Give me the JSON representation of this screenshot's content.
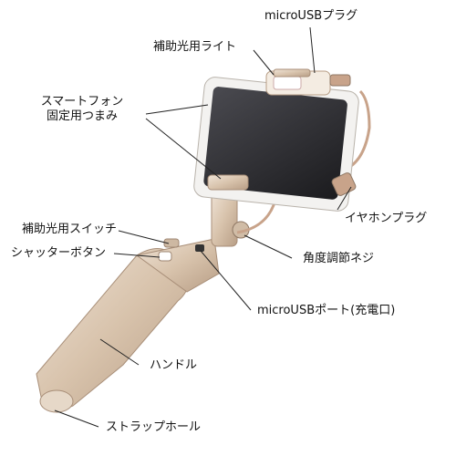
{
  "labels": {
    "micro_usb_plug": "microUSBプラグ",
    "aux_light": "補助光用ライト",
    "phone_clamp_line1": "スマートフォン",
    "phone_clamp_line2": "固定用つまみ",
    "aux_light_switch": "補助光用スイッチ",
    "shutter_button": "シャッターボタン",
    "earphone_plug": "イヤホンプラグ",
    "angle_screw": "角度調節ネジ",
    "micro_usb_port": "microUSBポート(充電口)",
    "handle": "ハンドル",
    "strap_hole": "ストラップホール"
  },
  "colors": {
    "gold": "#d8c3ac",
    "gold_dark": "#b89e86",
    "screen": "#2b2b2e",
    "phone_body": "#f3f2f0",
    "leader": "#222222",
    "cable": "#c8a38a"
  }
}
